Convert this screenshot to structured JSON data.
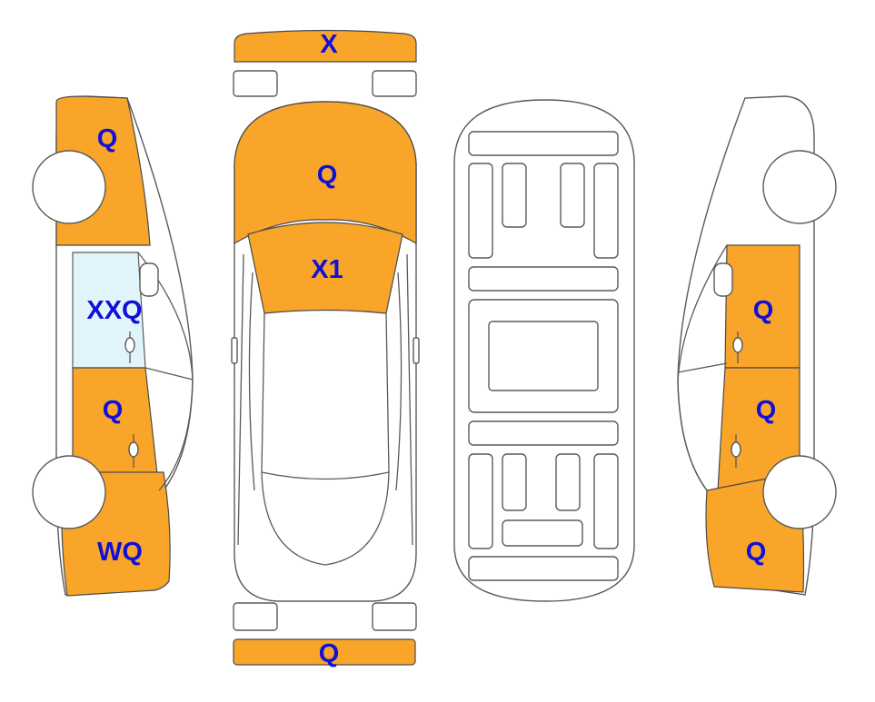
{
  "colors": {
    "damage": "#f8a52a",
    "glass": "#e2f4fb",
    "outline": "#5a5a5a",
    "label": "#1010d8"
  },
  "labels": {
    "front_bumper": "X",
    "hood": "Q",
    "windshield": "X1",
    "rear_bumper": "Q",
    "left_front_fender": "Q",
    "left_front_window": "XXQ",
    "left_front_door": "Q",
    "left_rear_quarter": "WQ",
    "right_front_door": "Q",
    "right_rear_door": "Q",
    "right_rear_quarter": "Q"
  },
  "icons": {
    "door_handle": "door-handle-icon",
    "wheel": "wheel-icon"
  }
}
